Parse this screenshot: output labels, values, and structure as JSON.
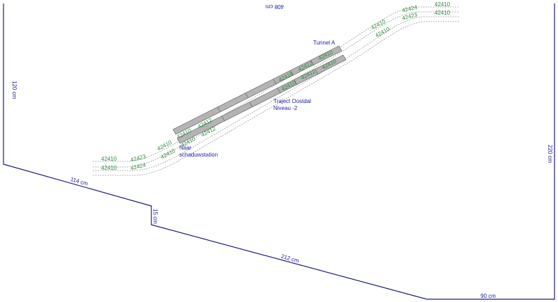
{
  "dimensions": {
    "top": "408 cm",
    "left": "120 cm",
    "right": "220 cm",
    "lower_left": "114 cm",
    "step": "15 cm",
    "lower_middle": "212 cm",
    "bottom_right": "90 cm"
  },
  "labels": {
    "tunnel": "Tunnel A",
    "traject_line1": "Traject Oostdal",
    "traject_line2": "Niveau -2",
    "naar_line1": "Naar",
    "naar_line2": "schaduwstation"
  },
  "part_labels": {
    "top_right_upper": "42424",
    "top_right_upper_end": "42410",
    "top_right_lower": "42423",
    "top_right_lower_end": "42410",
    "upper_mid_a": "42410",
    "upper_mid_b": "42410",
    "tunnel_end_upper": "42410",
    "tunnel_end_lower": "42410",
    "tunnel_mid_upper": "42412",
    "tunnel_mid_lower": "42412",
    "centre_upper": "42410",
    "centre_lower": "42410",
    "lower_mid_upper": "42412",
    "lower_mid_lower": "42412",
    "lower_left_upper": "42410",
    "lower_left_lower": "42410",
    "curve_upper": "42410",
    "curve_lower": "42410",
    "left_upper_curve": "42423",
    "left_lower_curve": "42424",
    "left_upper_end": "42410",
    "left_lower_end": "42410"
  },
  "colors": {
    "wall": "#1a1a8a",
    "track_dashed": "#9a9a9a",
    "tunnel_fill": "#b4b4b4",
    "part_text": "#2a8a3a",
    "label_text": "#1e22a8"
  }
}
